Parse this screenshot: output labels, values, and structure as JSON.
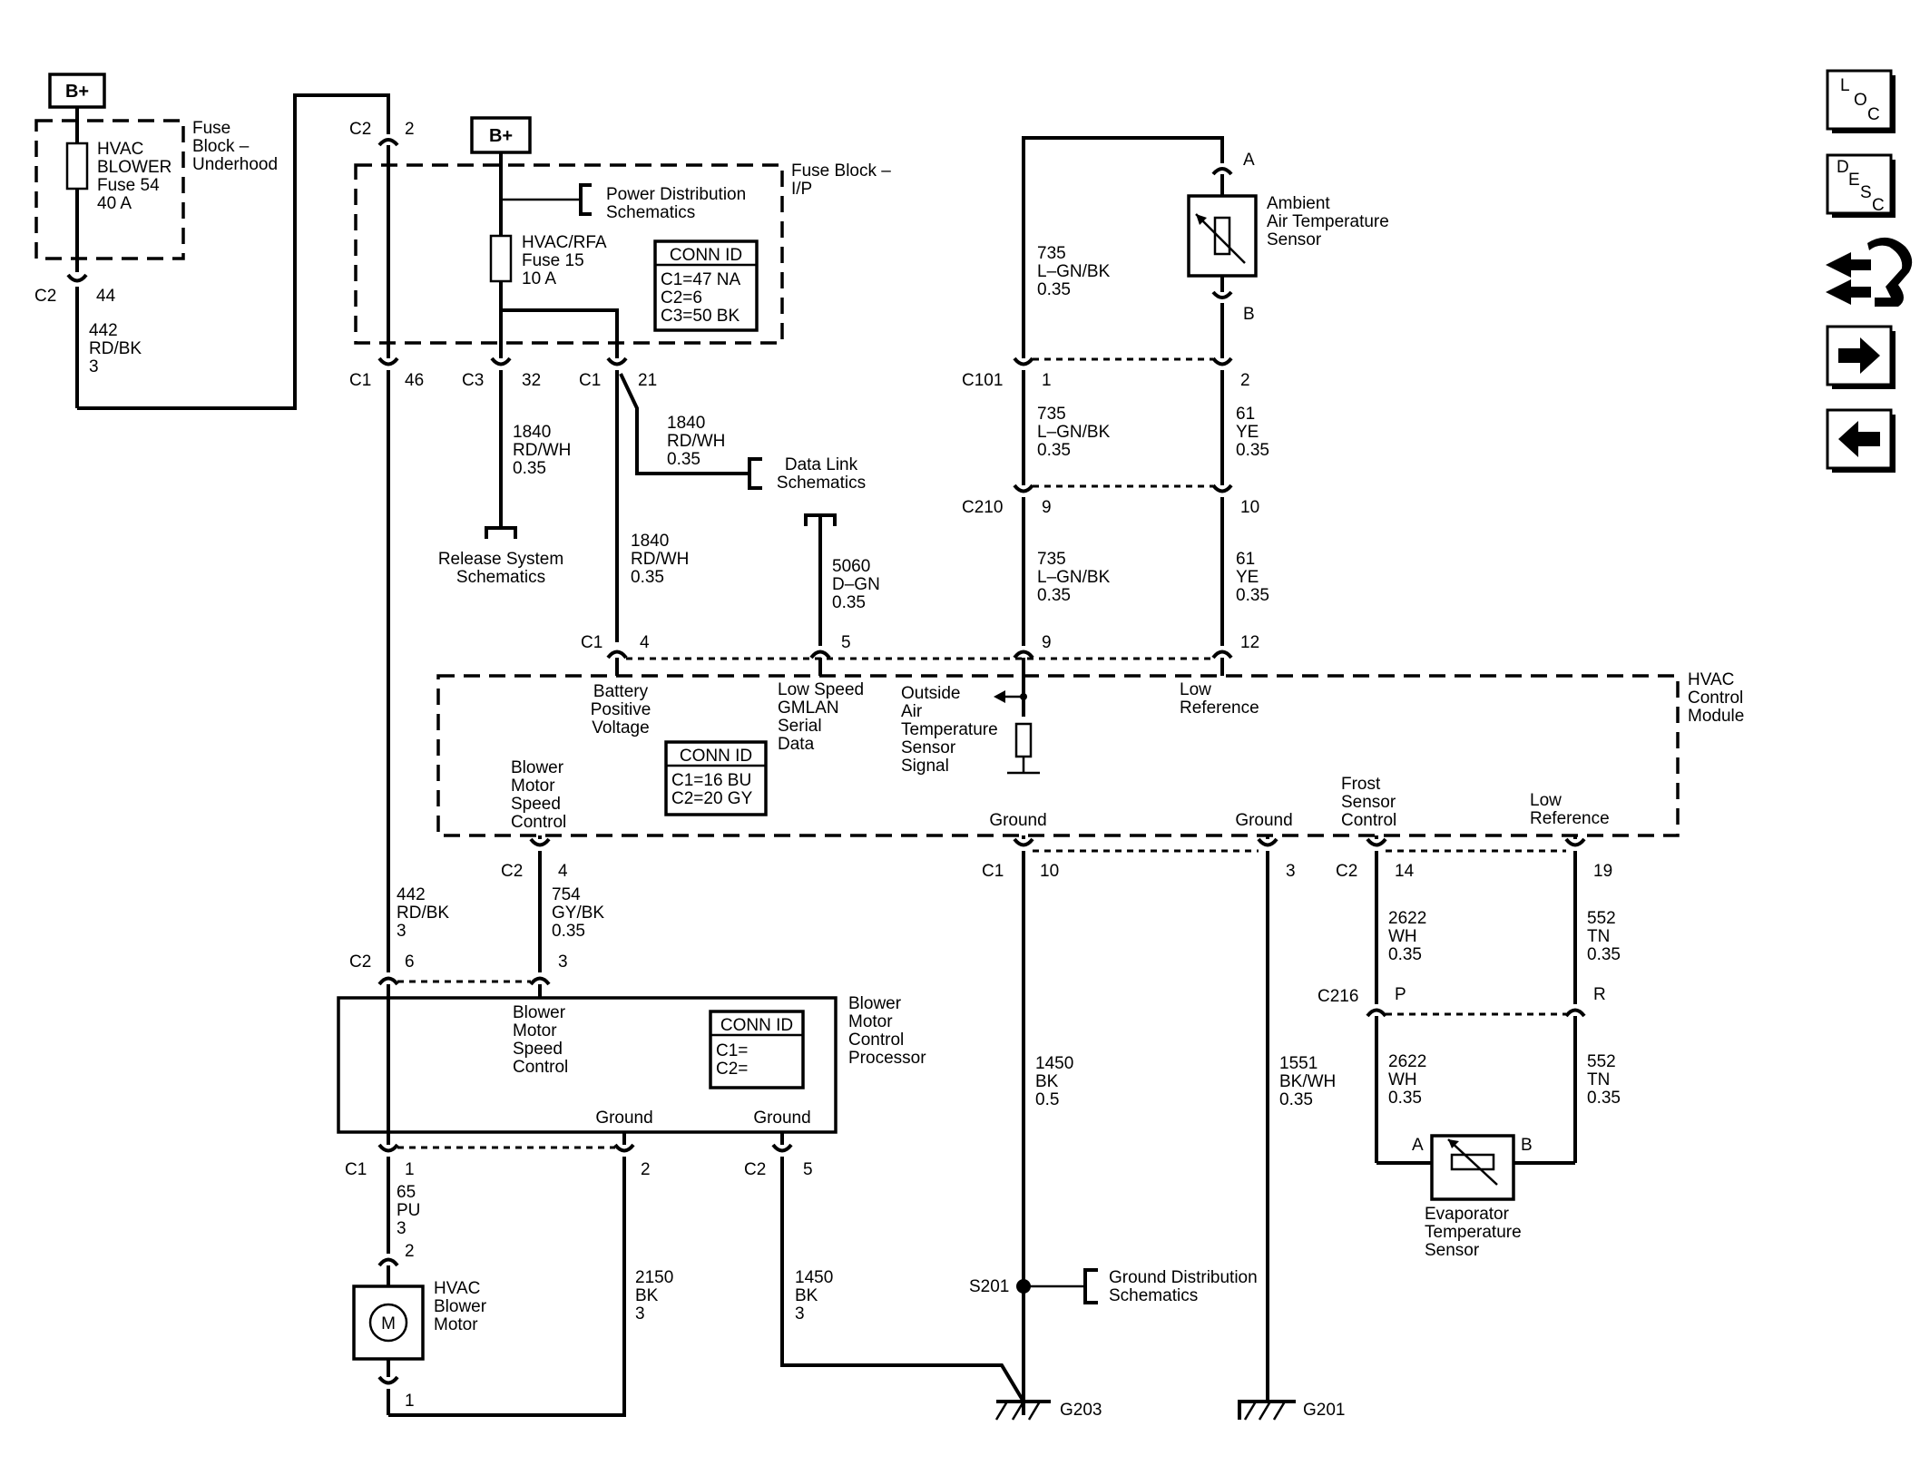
{
  "power": {
    "bplus_label": "B+",
    "fuse_underhood": [
      "HVAC",
      "BLOWER",
      "Fuse 54",
      "40 A"
    ],
    "fuse_block_underhood": [
      "Fuse",
      "Block –",
      "Underhood"
    ],
    "fuse_block_ip": [
      "Fuse Block –",
      "I/P"
    ],
    "fuse_ip": [
      "HVAC/RFA",
      "Fuse 15",
      "10 A"
    ],
    "power_dist": [
      "Power Distribution",
      "Schematics"
    ],
    "conn_id_1": {
      "title": "CONN ID",
      "lines": [
        "C1=47 NA",
        "C2=6",
        "C3=50 BK"
      ]
    }
  },
  "connectors": {
    "c2_top": "C2",
    "c2_top_pin": "2",
    "c2_left": "C2",
    "c2_left_pin": "44",
    "c1_46": "C1",
    "c1_46_pin": "46",
    "c3_32": "C3",
    "c3_32_pin": "32",
    "c1_21": "C1",
    "c1_21_pin": "21",
    "c101": "C101",
    "c101_pin1": "1",
    "c101_pin2": "2",
    "c210": "C210",
    "c210_pin1": "9",
    "c210_pin2": "10",
    "c1_row": "C1",
    "c1_row_pin4": "4",
    "c1_row_pin5": "5",
    "c1_row_pin9": "9",
    "c1_row_pin12": "12",
    "c2_4": "C2",
    "c2_4_pin": "4",
    "c2_6": "C2",
    "c2_6_pin": "6",
    "c2_6_pin3": "3",
    "c1_10": "C1",
    "c1_10_pin": "10",
    "c1_3_pin": "3",
    "c2_14": "C2",
    "c2_14_pin": "14",
    "c2_19_pin": "19",
    "c216": "C216",
    "c216_pinp": "P",
    "c216_pinr": "R",
    "c1_1": "C1",
    "c1_1_pin": "1",
    "c1_2_pin": "2",
    "c2_5": "C2",
    "c2_5_pin": "5",
    "motor_pin2": "2",
    "motor_pin1": "1",
    "amb_a": "A",
    "amb_b": "B",
    "evap_a": "A",
    "evap_b": "B"
  },
  "wires": {
    "w442a": [
      "442",
      "RD/BK",
      "3"
    ],
    "w1840a": [
      "1840",
      "RD/WH",
      "0.35"
    ],
    "w1840b": [
      "1840",
      "RD/WH",
      "0.35"
    ],
    "w1840c": [
      "1840",
      "RD/WH",
      "0.35"
    ],
    "w5060": [
      "5060",
      "D–GN",
      "0.35"
    ],
    "w735a": [
      "735",
      "L–GN/BK",
      "0.35"
    ],
    "w735b": [
      "735",
      "L–GN/BK",
      "0.35"
    ],
    "w735c": [
      "735",
      "L–GN/BK",
      "0.35"
    ],
    "w61a": [
      "61",
      "YE",
      "0.35"
    ],
    "w61b": [
      "61",
      "YE",
      "0.35"
    ],
    "w442b": [
      "442",
      "RD/BK",
      "3"
    ],
    "w754": [
      "754",
      "GY/BK",
      "0.35"
    ],
    "w1450a": [
      "1450",
      "BK",
      "0.5"
    ],
    "w1551": [
      "1551",
      "BK/WH",
      "0.35"
    ],
    "w2622a": [
      "2622",
      "WH",
      "0.35"
    ],
    "w2622b": [
      "2622",
      "WH",
      "0.35"
    ],
    "w552a": [
      "552",
      "TN",
      "0.35"
    ],
    "w552b": [
      "552",
      "TN",
      "0.35"
    ],
    "w65": [
      "65",
      "PU",
      "3"
    ],
    "w2150": [
      "2150",
      "BK",
      "3"
    ],
    "w1450b": [
      "1450",
      "BK",
      "3"
    ]
  },
  "refs": {
    "release": [
      "Release System",
      "Schematics"
    ],
    "datalink": [
      "Data Link",
      "Schematics"
    ],
    "ground_dist": [
      "Ground Distribution",
      "Schematics"
    ]
  },
  "module": {
    "title": [
      "HVAC",
      "Control",
      "Module"
    ],
    "battery": [
      "Battery",
      "Positive",
      "Voltage"
    ],
    "lowspeed": [
      "Low Speed",
      "GMLAN",
      "Serial",
      "Data"
    ],
    "outside": [
      "Outside",
      "Air",
      "Temperature",
      "Sensor",
      "Signal"
    ],
    "lowref1": [
      "Low",
      "Reference"
    ],
    "blower_ctrl": [
      "Blower",
      "Motor",
      "Speed",
      "Control"
    ],
    "conn_id": {
      "title": "CONN ID",
      "lines": [
        "C1=16 BU",
        "C2=20 GY"
      ]
    },
    "ground1": "Ground",
    "ground2": "Ground",
    "frost": [
      "Frost",
      "Sensor",
      "Control"
    ],
    "lowref2": [
      "Low",
      "Reference"
    ]
  },
  "sensors": {
    "ambient": [
      "Ambient",
      "Air Temperature",
      "Sensor"
    ],
    "evap": [
      "Evaporator",
      "Temperature",
      "Sensor"
    ]
  },
  "processor": {
    "title": [
      "Blower",
      "Motor",
      "Control",
      "Processor"
    ],
    "speed": [
      "Blower",
      "Motor",
      "Speed",
      "Control"
    ],
    "conn_id": {
      "title": "CONN ID",
      "lines": [
        "C1=",
        "C2="
      ]
    },
    "ground1": "Ground",
    "ground2": "Ground"
  },
  "motor": {
    "label": [
      "HVAC",
      "Blower",
      "Motor"
    ],
    "symbol": "M"
  },
  "splice": {
    "s201": "S201"
  },
  "grounds": {
    "g203": "G203",
    "g201": "G201"
  },
  "nav": {
    "loc": [
      "L",
      "O",
      "C"
    ],
    "desc": [
      "D",
      "E",
      "S",
      "C"
    ],
    "icons": [
      "location-icon",
      "description-icon",
      "connector-icon",
      "next-arrow-icon",
      "back-arrow-icon"
    ]
  }
}
